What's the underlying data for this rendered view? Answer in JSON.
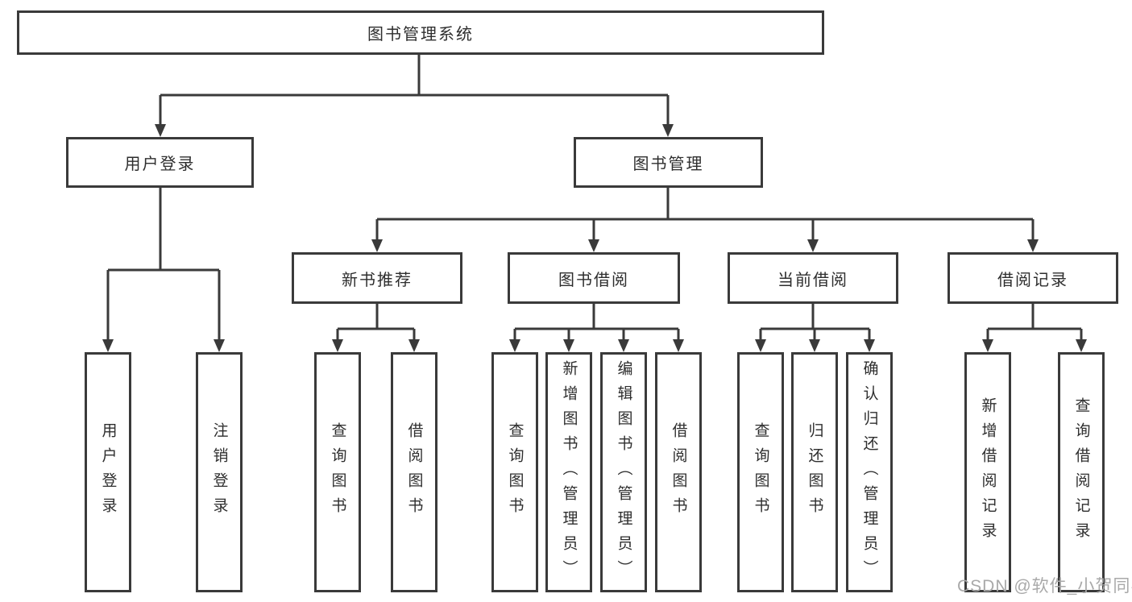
{
  "diagram": {
    "title": "图书管理系统",
    "level2": {
      "user_login": "用户登录",
      "book_mgmt": "图书管理"
    },
    "level3": {
      "new_book_rec": "新书推荐",
      "book_borrow": "图书借阅",
      "current_borrow": "当前借阅",
      "borrow_record": "借阅记录"
    },
    "leaves": {
      "user_login": "用户登录",
      "logout": "注销登录",
      "nbr_query_book": "查询图书",
      "nbr_borrow_book": "借阅图书",
      "bb_query_book": "查询图书",
      "bb_add_book": "新增图书（管理员）",
      "bb_edit_book": "编辑图书（管理员）",
      "bb_borrow_book": "借阅图书",
      "cb_query_book": "查询图书",
      "cb_return_book": "归还图书",
      "cb_confirm_return": "确认归还（管理员）",
      "br_add_record": "新增借阅记录",
      "br_query_record": "查询借阅记录"
    }
  },
  "watermark": "CSDN @软件_小贺同学",
  "colors": {
    "line": "#3a3a3a",
    "text": "#2e2e2e",
    "watermark": "#a9a9a9",
    "background": "#ffffff"
  }
}
